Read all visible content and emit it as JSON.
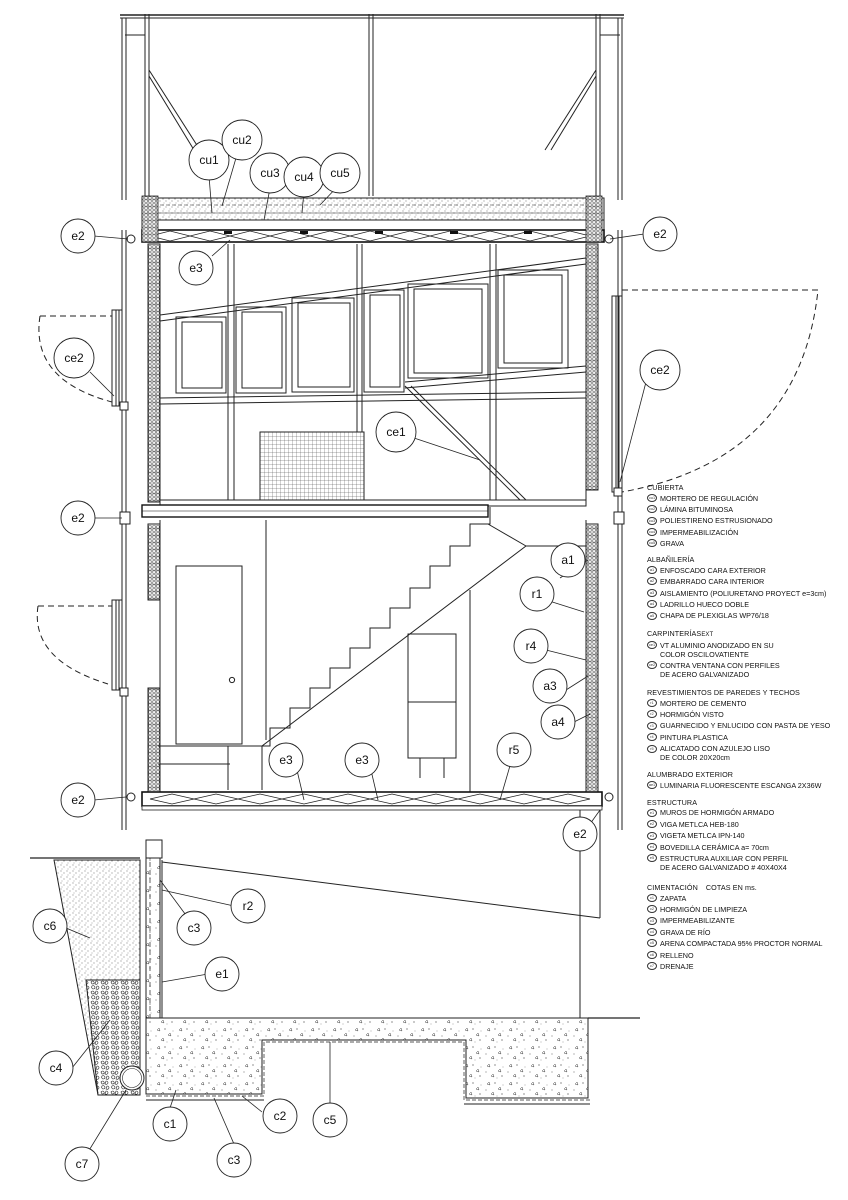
{
  "tags": {
    "cu1": "cu1",
    "cu2": "cu2",
    "cu3": "cu3",
    "cu4": "cu4",
    "cu5": "cu5",
    "e2": "e2",
    "e3": "e3",
    "ce2": "ce2",
    "ce1": "ce1",
    "a1": "a1",
    "r1": "r1",
    "r4": "r4",
    "a3": "a3",
    "a4": "a4",
    "r5": "r5",
    "r2": "r2",
    "c3": "c3",
    "c6": "c6",
    "e1": "e1",
    "c4": "c4",
    "c1": "c1",
    "c2": "c2",
    "c5": "c5",
    "c7": "c7"
  },
  "legend": {
    "cubierta": {
      "title": "CUBIERTA",
      "items": [
        {
          "code": "cu1",
          "label": "MORTERO DE REGULACIÓN"
        },
        {
          "code": "cu2",
          "label": "LÁMINA BITUMINOSA"
        },
        {
          "code": "cu3",
          "label": "POLIESTIRENO ESTRUSIONADO"
        },
        {
          "code": "cu4",
          "label": "IMPERMEABILIZACIÓN"
        },
        {
          "code": "cu5",
          "label": "GRAVA"
        }
      ]
    },
    "albanileria": {
      "title": "ALBAÑILERÍA",
      "items": [
        {
          "code": "a1",
          "label": "ENFOSCADO CARA EXTERIOR"
        },
        {
          "code": "a2",
          "label": "EMBARRADO CARA INTERIOR"
        },
        {
          "code": "a3",
          "label": "AISLAMIENTO (POLIURETANO PROYECT e=3cm)"
        },
        {
          "code": "a4",
          "label": "LADRILLO HUECO DOBLE"
        },
        {
          "code": "a5",
          "label": "CHAPA DE PLEXIGLAS  WP76/18"
        }
      ]
    },
    "carpinterias": {
      "title": "CARPINTERÍAS",
      "title_suffix": "EXT",
      "items": [
        {
          "code": "ce1",
          "label": "VT ALUMINIO ANODIZADO EN SU\nCOLOR  OSCILOVATIENTE"
        },
        {
          "code": "ce2",
          "label": "CONTRA VENTANA CON PERFILES\nDE ACERO GALVANIZADO"
        }
      ]
    },
    "revestimientos": {
      "title": "REVESTIMIENTOS DE PAREDES Y TECHOS",
      "items": [
        {
          "code": "r1",
          "label": "MORTERO DE CEMENTO"
        },
        {
          "code": "r2",
          "label": "HORMIGÓN VISTO"
        },
        {
          "code": "r3",
          "label": "GUARNECIDO Y ENLUCIDO CON PASTA DE YESO"
        },
        {
          "code": "r4",
          "label": "PINTURA PLASTICA"
        },
        {
          "code": "r5",
          "label": "ALICATADO CON  AZULEJO LISO\nDE COLOR 20X20cm"
        }
      ]
    },
    "alumbrado": {
      "title": "ALUMBRADO  EXTERIOR",
      "items": [
        {
          "code": "ae1",
          "label": "LUMINARIA FLUORESCENTE ESCANGA 2X36W"
        }
      ]
    },
    "estructura": {
      "title": "ESTRUCTURA",
      "items": [
        {
          "code": "e1",
          "label": "MUROS DE HORMIGÓN ARMADO"
        },
        {
          "code": "e2",
          "label": "VIGA METLCA HEB-180"
        },
        {
          "code": "e3",
          "label": "VIGETA  METLCA IPN-140"
        },
        {
          "code": "e4",
          "label": "BOVEDILLA CERÁMICA   a= 70cm"
        },
        {
          "code": "e5",
          "label": "ESTRUCTURA AUXILIAR CON PERFIL\nDE ACERO GALVANIZADO # 40X40X4"
        }
      ]
    },
    "cimentacion": {
      "title": "CIMENTACIÓN",
      "title_suffix": "COTAS EN ms.",
      "items": [
        {
          "code": "c1",
          "label": "ZAPATA"
        },
        {
          "code": "c2",
          "label": "HORMIGÓN DE LIMPIEZA"
        },
        {
          "code": "c3",
          "label": "IMPERMEABILIZANTE"
        },
        {
          "code": "c4",
          "label": "GRAVA DE RÍO"
        },
        {
          "code": "c5",
          "label": "ARENA COMPACTADA 95% PROCTOR NORMAL"
        },
        {
          "code": "c6",
          "label": "RELLENO"
        },
        {
          "code": "c7",
          "label": "DRENAJE"
        }
      ]
    }
  }
}
